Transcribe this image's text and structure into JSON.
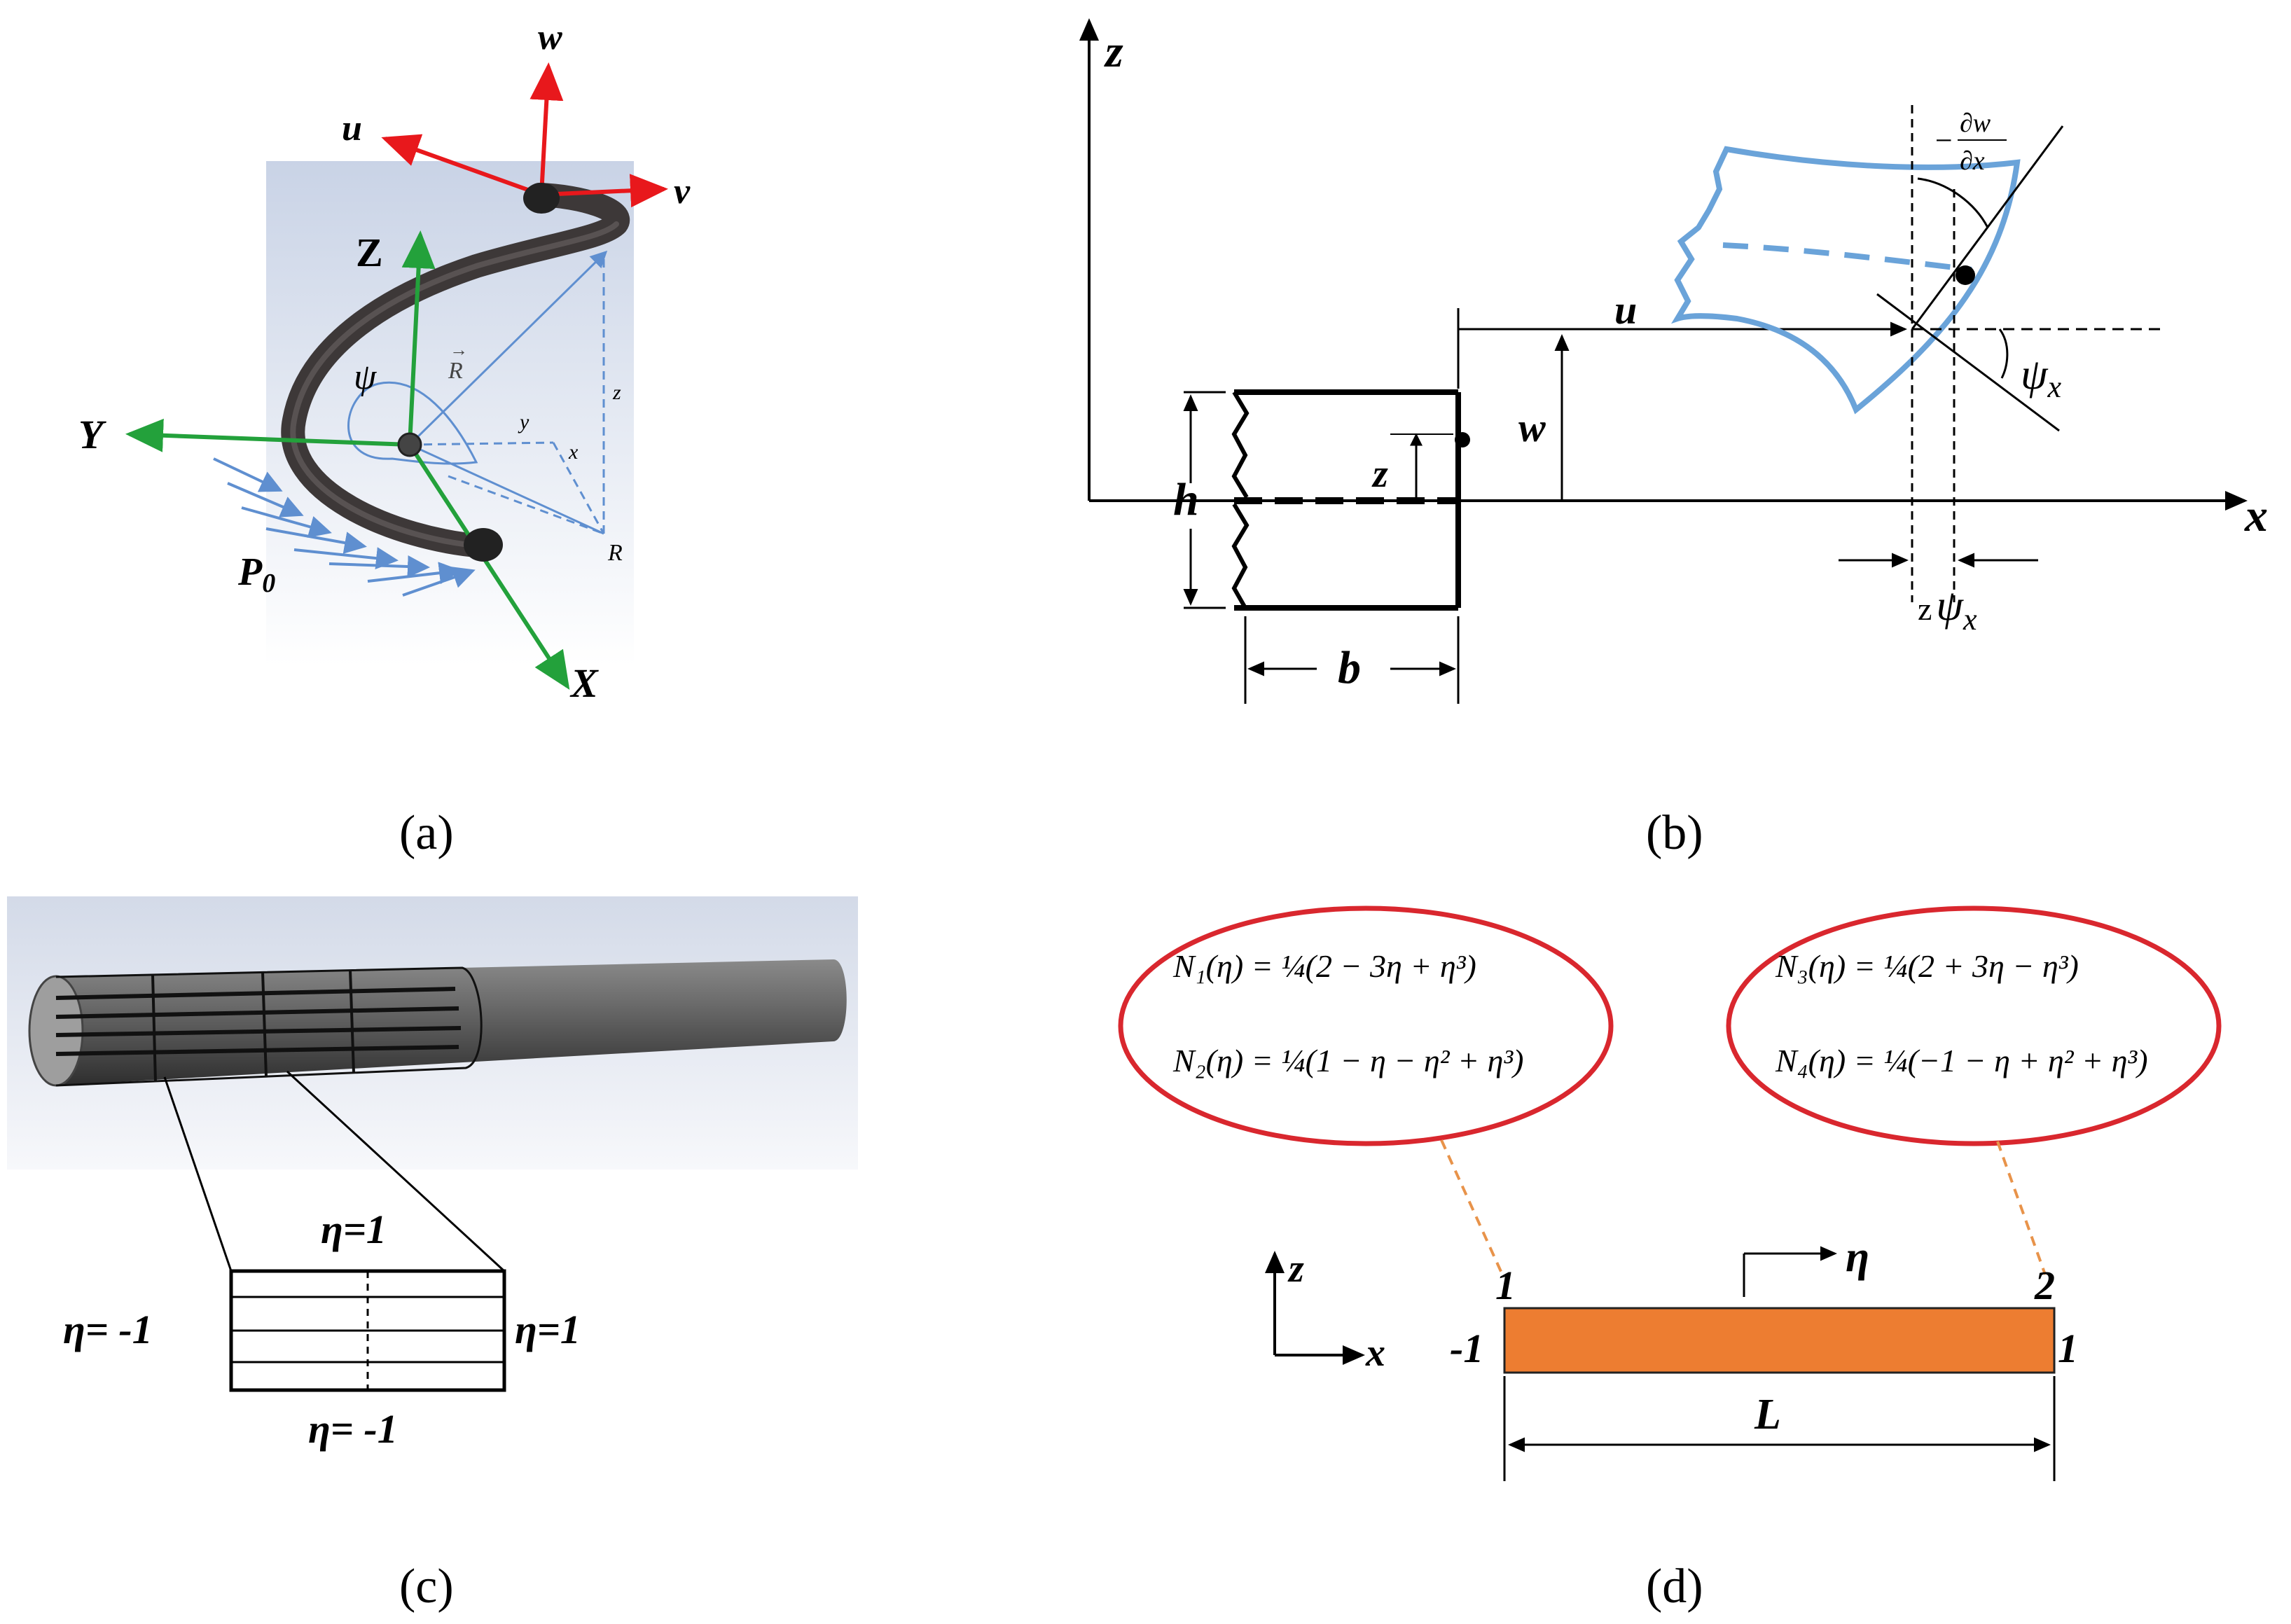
{
  "panels": {
    "a": {
      "caption": "(a)",
      "axes": {
        "Z": "Z",
        "Y": "Y",
        "X": "X"
      },
      "displacements": {
        "u": "u",
        "v": "v",
        "w": "w"
      },
      "psi": "ψ",
      "R_vec": "R",
      "R_point": "R",
      "coords": {
        "x": "x",
        "y": "y",
        "z": "z"
      },
      "load": "P",
      "load_sub": "0"
    },
    "b": {
      "caption": "(b)",
      "z_axis": "z",
      "x_axis": "x",
      "h": "h",
      "b": "b",
      "z_small": "z",
      "w": "w",
      "u": "u",
      "psi_x": "ψ",
      "psi_sub": "x",
      "deriv_minus": "−",
      "deriv_num": "∂w",
      "deriv_den": "∂x",
      "z_psi_z": "z",
      "z_psi_psi": "ψ",
      "z_psi_sub": "x"
    },
    "c": {
      "caption": "(c)",
      "eta_top": "η=1",
      "eta_left": "η= -1",
      "eta_right": "η=1",
      "eta_bottom": "η= -1"
    },
    "d": {
      "caption": "(d)",
      "N1": "N₁(η) = ¼(2 − 3η + η³)",
      "N2": "N₂(η) = ¼(1 − η − η² + η³)",
      "N3": "N₃(η) = ¼(2 + 3η − η³)",
      "N4": "N₄(η) = ¼(−1 − η + η² + η³)",
      "node1": "1",
      "node2": "2",
      "left_coord": "-1",
      "right_coord": "1",
      "length": "L",
      "eta": "η",
      "z": "z",
      "x": "x"
    }
  },
  "colors": {
    "red_axes": "#e8181c",
    "green_axes": "#23a13b",
    "blue_lines": "#5f8fd0",
    "blue_shape": "#6aa3d9",
    "orange_element": "#ed7d31",
    "ellipse_red": "#d9272e",
    "orange_dash": "#e8934a",
    "helix": "#454040"
  }
}
